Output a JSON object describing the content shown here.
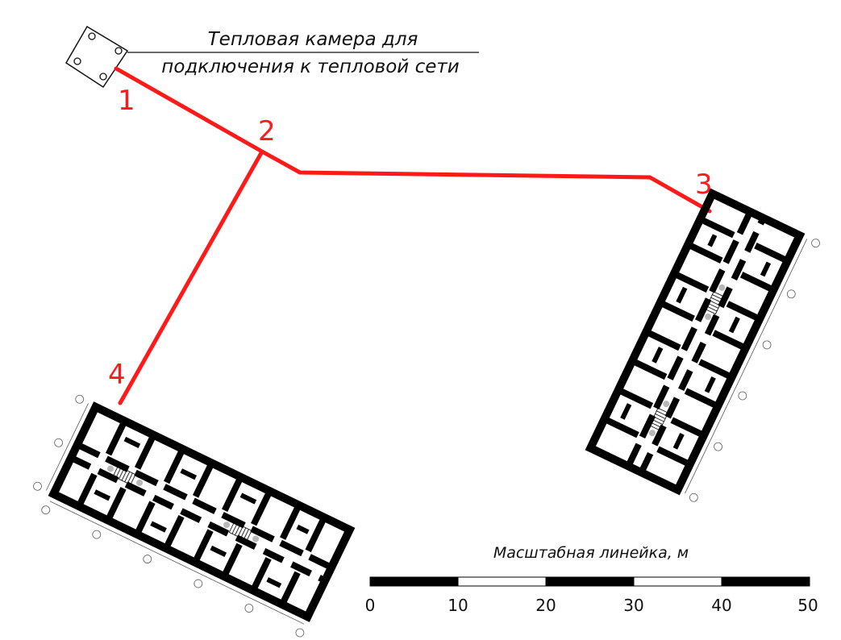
{
  "chamber": {
    "title_line1": "Тепловая камера для",
    "title_line2": "подключения к тепловой сети"
  },
  "points": [
    {
      "label": "1"
    },
    {
      "label": "2"
    },
    {
      "label": "3"
    },
    {
      "label": "4"
    }
  ],
  "scale_bar": {
    "title": "Масштабная линейка, м",
    "ticks": [
      "0",
      "10",
      "20",
      "30",
      "40",
      "50"
    ]
  },
  "colors": {
    "pipeline": "#ff1a1a",
    "walls": "#000000",
    "text": "#111111"
  }
}
